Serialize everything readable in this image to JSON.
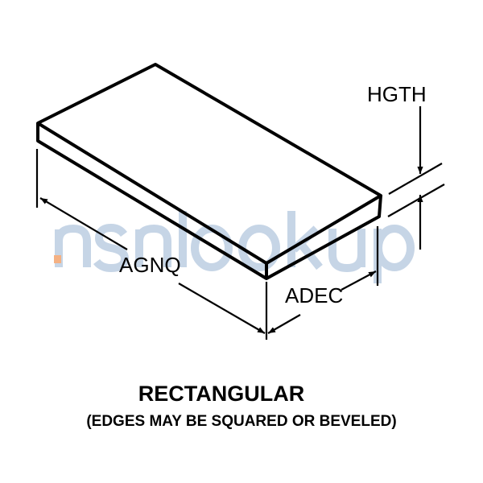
{
  "diagram": {
    "labels": {
      "length": "AGNQ",
      "width": "ADEC",
      "height": "HGTH"
    },
    "title": "RECTANGULAR",
    "subtitle": "(EDGES MAY BE SQUARED OR BEVELED)",
    "watermark": "nsnlookup",
    "colors": {
      "line": "#000000",
      "watermark": "#b9cbe0",
      "watermark_dot": "#f4b183"
    }
  }
}
